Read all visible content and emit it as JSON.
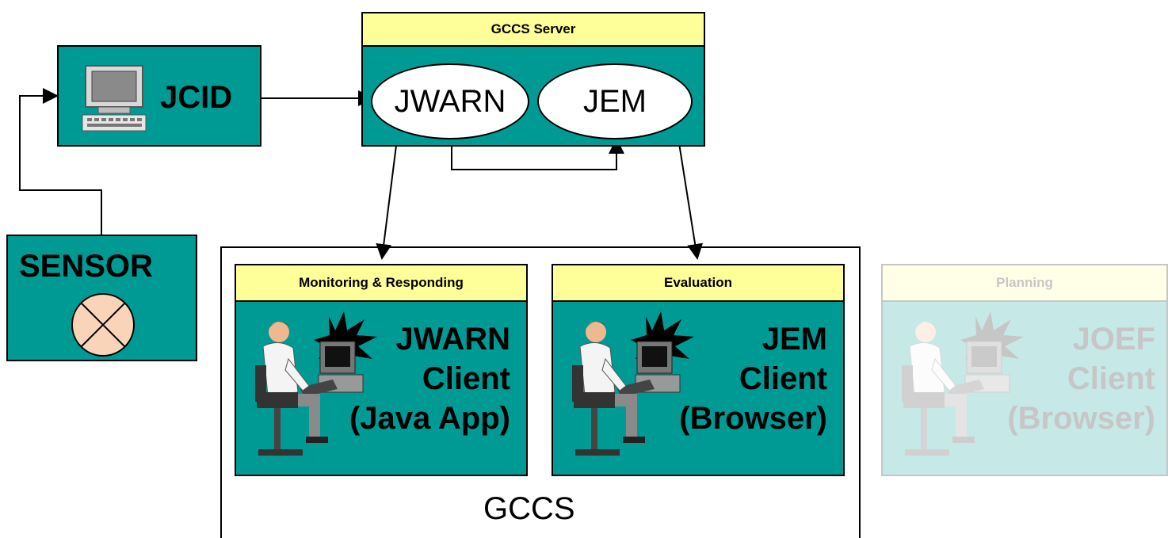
{
  "jcid": {
    "label": "JCID"
  },
  "sensor": {
    "label": "SENSOR"
  },
  "server": {
    "title": "GCCS Server",
    "jwarn": "JWARN",
    "jem": "JEM"
  },
  "gccs": {
    "label": "GCCS"
  },
  "clients": [
    {
      "header": "Monitoring & Responding",
      "line1": "JWARN",
      "line2": "Client",
      "line3": "(Java App)"
    },
    {
      "header": "Evaluation",
      "line1": "JEM",
      "line2": "Client",
      "line3": "(Browser)"
    },
    {
      "header": "Planning",
      "line1": "JOEF",
      "line2": "Client",
      "line3": "(Browser)"
    }
  ]
}
